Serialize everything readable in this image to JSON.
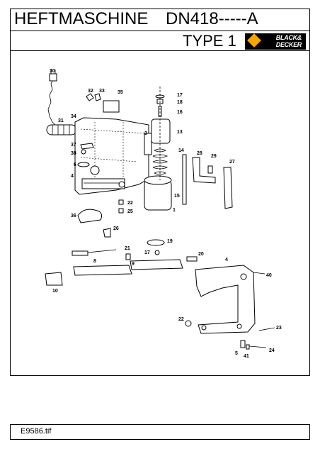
{
  "header": {
    "title": "HEFTMASCHINE",
    "model": "DN418-----A",
    "type": "TYPE 1",
    "logo_line1": "BLACK&",
    "logo_line2": "DECKER"
  },
  "parts": {
    "p30": "30",
    "p32": "32",
    "p33": "33",
    "p35": "35",
    "p34": "34",
    "p31": "31",
    "p37": "37",
    "p38": "38",
    "p6": "6",
    "p4a": "4",
    "p17a": "17",
    "p18": "18",
    "p16": "16",
    "p3": "3",
    "p13": "13",
    "p14": "14",
    "p28": "28",
    "p29": "29",
    "p27": "27",
    "p15": "15",
    "p1": "1",
    "p22a": "22",
    "p25": "25",
    "p36": "36",
    "p26": "26",
    "p19": "19",
    "p21": "21",
    "p17b": "17",
    "p20": "20",
    "p8": "8",
    "p9": "9",
    "p10": "10",
    "p4b": "4",
    "p40": "40",
    "p22b": "22",
    "p23": "23",
    "p5": "5",
    "p41": "41",
    "p24": "24"
  },
  "footer": {
    "filename": "E9586.tif"
  }
}
